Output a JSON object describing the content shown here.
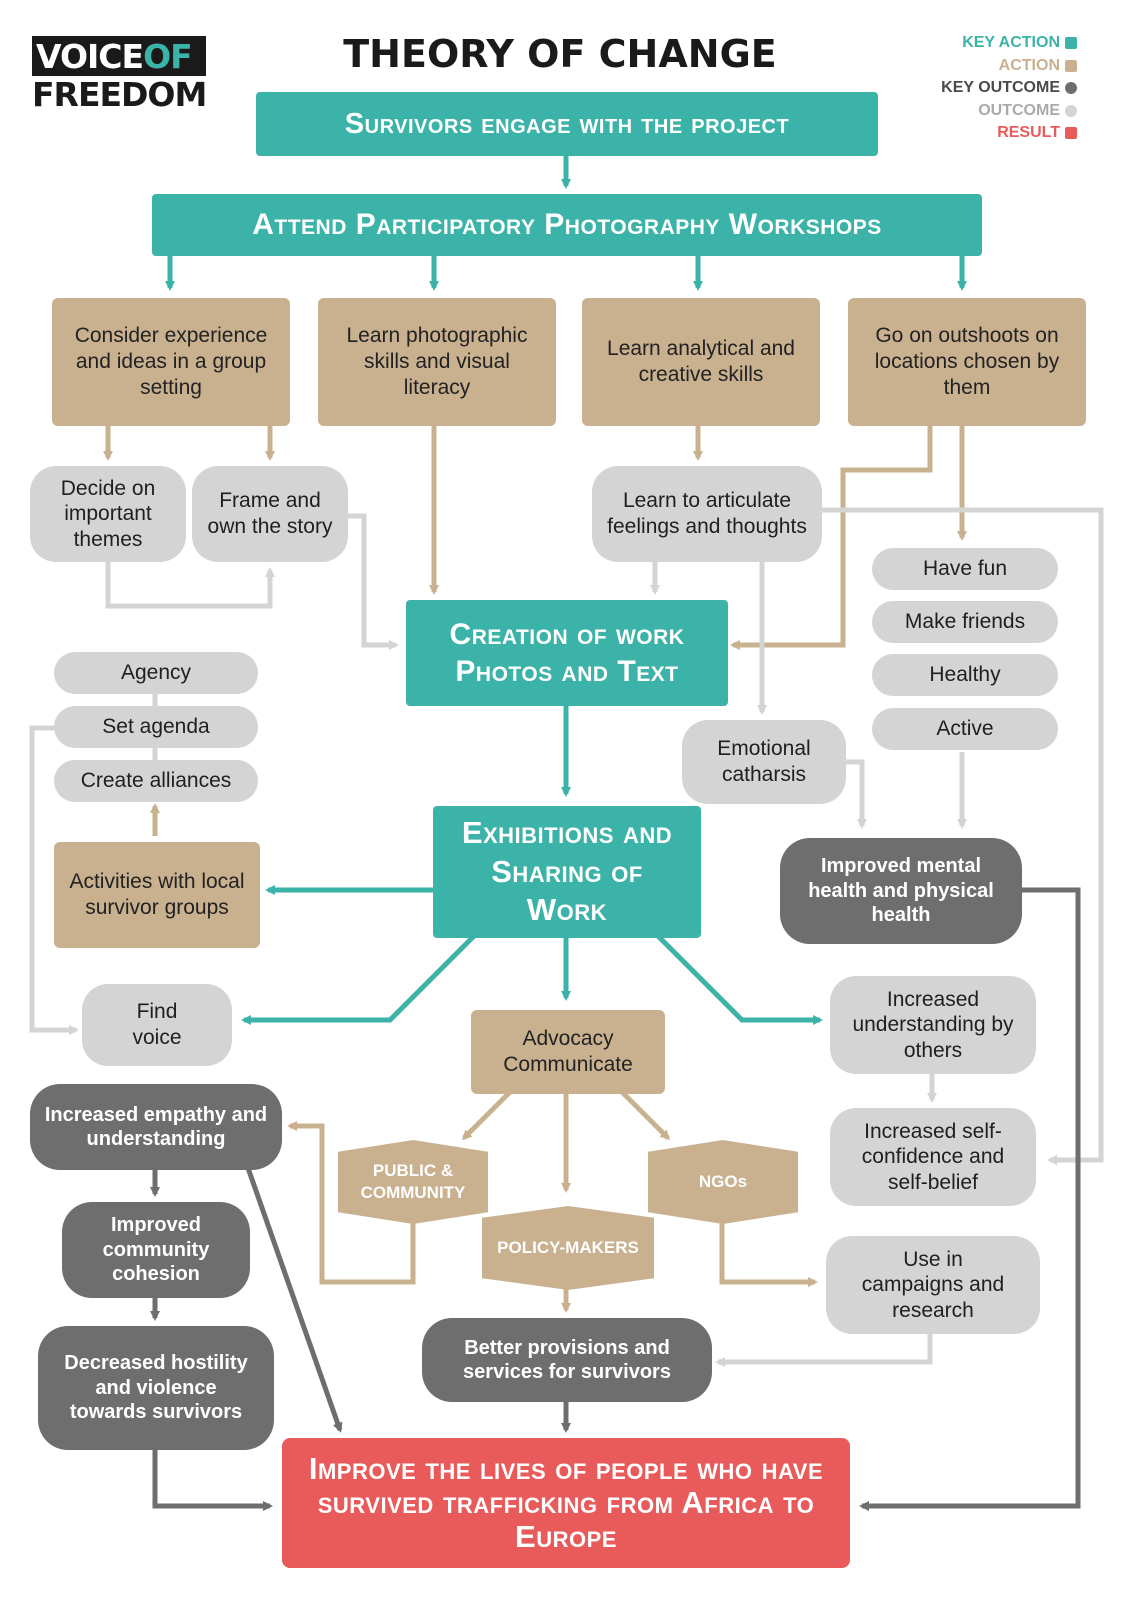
{
  "logo": {
    "word1": "VOICE",
    "word2": "OF",
    "word3": "FREEDOM"
  },
  "title": "THEORY OF CHANGE",
  "legend": [
    {
      "label": "KEY ACTION",
      "color": "#3cb3a8",
      "shape": "square"
    },
    {
      "label": "ACTION",
      "color": "#c9b18f",
      "shape": "square"
    },
    {
      "label": "KEY OUTCOME",
      "color": "#6e6e6e",
      "shape": "circle"
    },
    {
      "label": "OUTCOME",
      "color": "#d4d4d4",
      "shape": "circle"
    },
    {
      "label": "RESULT",
      "color": "#e95a5a",
      "shape": "square"
    }
  ],
  "colors": {
    "key_action": "#3cb3a8",
    "action": "#c9b18f",
    "key_outcome": "#6e6e6e",
    "outcome": "#d4d4d4",
    "result": "#e95a5a"
  },
  "nodes": {
    "engage": "Survivors engage with the project",
    "workshops": "Attend Participatory Photography Workshops",
    "consider": "Consider experience and ideas in a group setting",
    "learn_photo": "Learn photographic skills and visual literacy",
    "learn_analytical": "Learn analytical and creative skills",
    "outshoots": "Go on outshoots on locations chosen by them",
    "decide_themes": "Decide on important themes",
    "frame_story": "Frame and own the story",
    "articulate": "Learn to articulate feelings and thoughts",
    "have_fun": "Have fun",
    "make_friends": "Make friends",
    "healthy": "Healthy",
    "active": "Active",
    "creation": "Creation of work Photos and Text",
    "agency": "Agency",
    "set_agenda": "Set agenda",
    "create_alliances": "Create alliances",
    "catharsis": "Emotional catharsis",
    "exhibitions": "Exhibitions and Sharing of Work",
    "local_groups": "Activities with local survivor groups",
    "mental_health": "Improved mental health and physical health",
    "find_voice": "Find voice",
    "advocacy": "Advocacy Communicate",
    "understanding_others": "Increased understanding by others",
    "empathy": "Increased empathy and understanding",
    "public": "PUBLIC & COMMUNITY",
    "ngos": "NGOs",
    "self_confidence": "Increased self-confidence and self-belief",
    "policy": "POLICY-MAKERS",
    "cohesion": "Improved community cohesion",
    "campaigns": "Use in campaigns and research",
    "provisions": "Better provisions and services for survivors",
    "hostility": "Decreased hostility and violence towards survivors",
    "result": "Improve the lives of people who have survived trafficking from Africa to Europe"
  }
}
